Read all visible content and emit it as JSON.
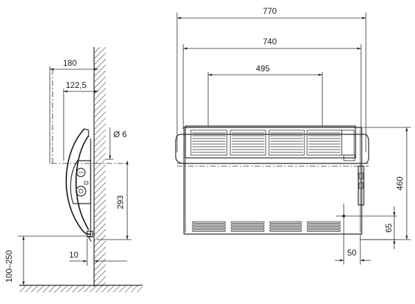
{
  "colors": {
    "line": "#222222",
    "hatch": "#333333",
    "background": "#ffffff"
  },
  "side_view": {
    "dim_180": "180",
    "dim_122_5": "122,5",
    "dim_hole": "Ø 6",
    "dim_293": "293",
    "dim_10": "10",
    "dim_floor": "100–250"
  },
  "front_view": {
    "dim_770": "770",
    "dim_740": "740",
    "dim_495": "495",
    "dim_460": "460",
    "dim_65": "65",
    "dim_50": "50"
  }
}
